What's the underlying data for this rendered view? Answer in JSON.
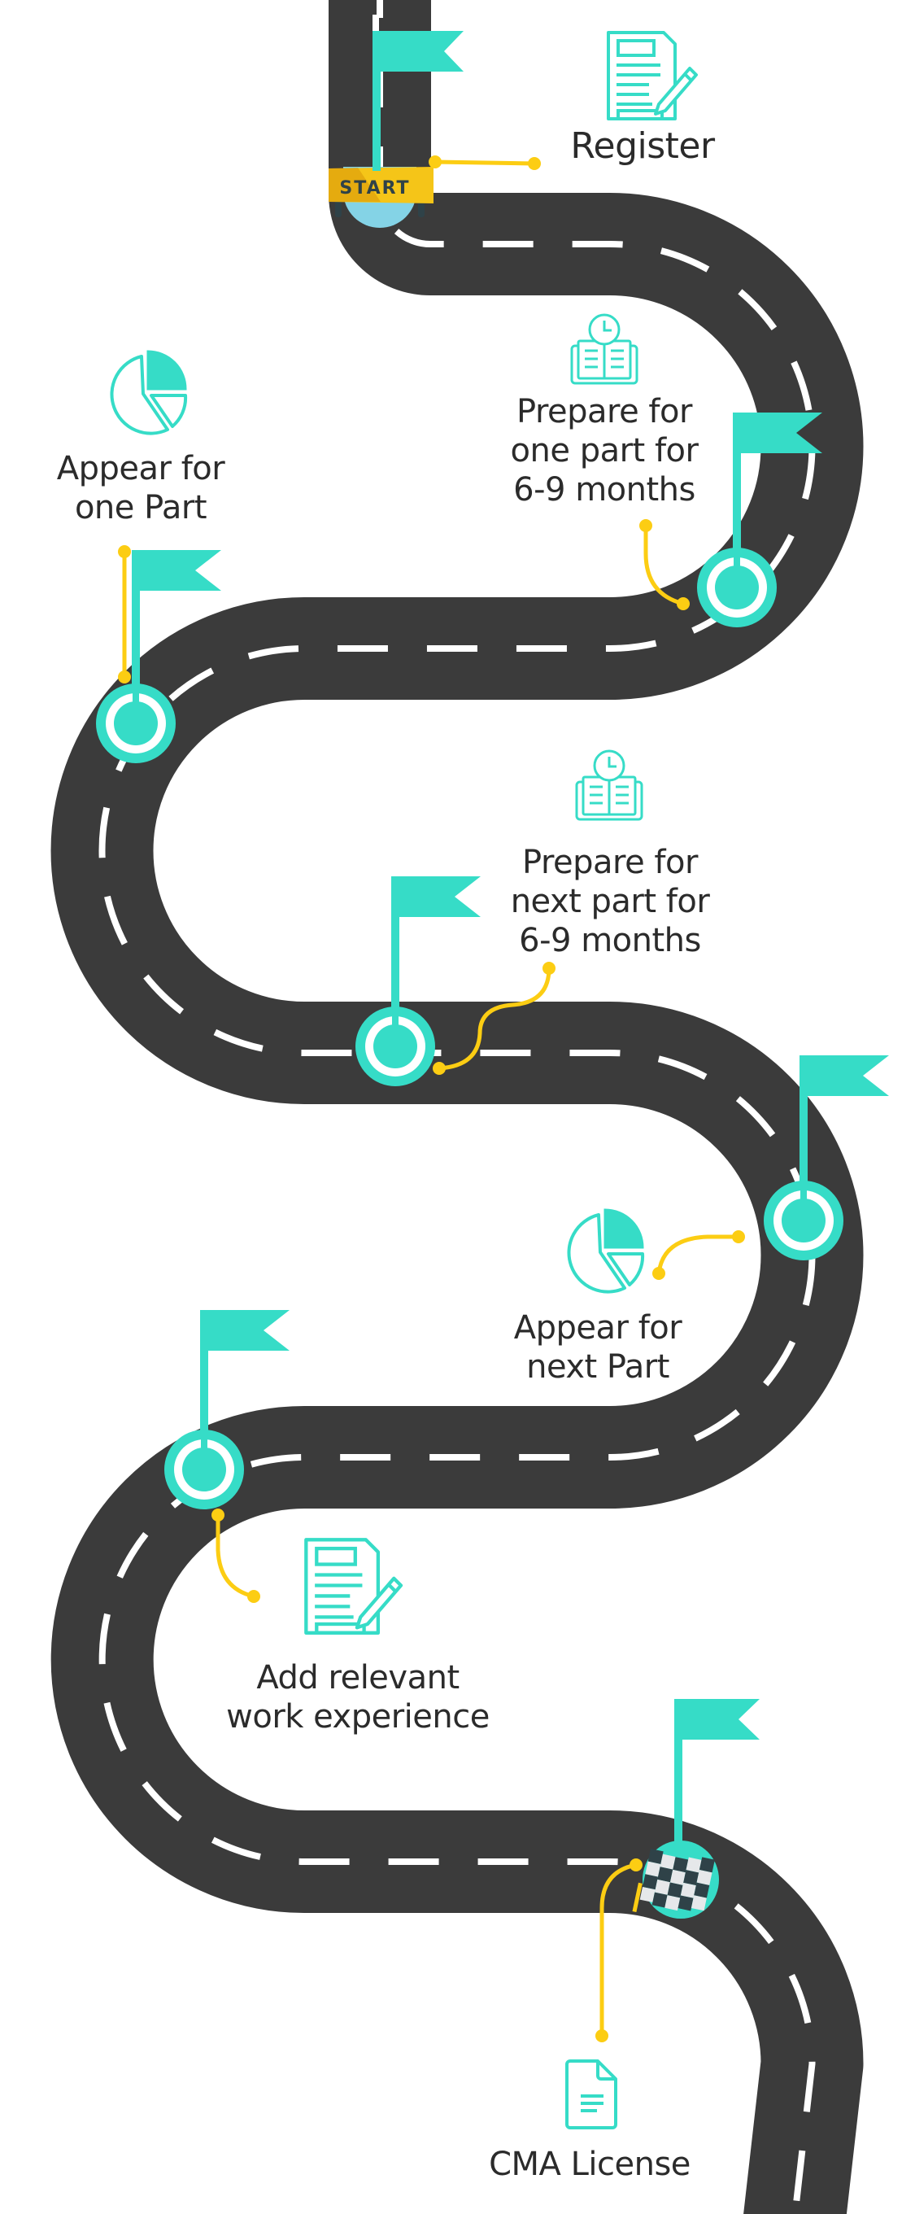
{
  "title": "CMA journey roadmap",
  "colors": {
    "road": "#3b3b3b",
    "lane_marking": "#ffffff",
    "accent_teal": "#36dcc7",
    "connector_yellow": "#fccd13",
    "text": "#2b2b2b",
    "banner_yellow": "#f5c518",
    "car_blue": "#84d3e6",
    "checker_dark": "#2f4248",
    "checker_light": "#e6e8ea"
  },
  "start_badge": {
    "label": "START",
    "icon": "car-icon"
  },
  "steps": [
    {
      "id": "register",
      "lines": [
        "Register"
      ],
      "icon": "document-pen-icon"
    },
    {
      "id": "prepare-one",
      "lines": [
        "Prepare for",
        "one part for",
        "6-9 months"
      ],
      "icon": "book-clock-icon"
    },
    {
      "id": "appear-one",
      "lines": [
        "Appear for",
        "one Part"
      ],
      "icon": "pie-chart-icon"
    },
    {
      "id": "prepare-next",
      "lines": [
        "Prepare for",
        "next part for",
        "6-9 months"
      ],
      "icon": "book-clock-icon"
    },
    {
      "id": "appear-next",
      "lines": [
        "Appear for",
        "next Part"
      ],
      "icon": "pie-chart-icon"
    },
    {
      "id": "work-experience",
      "lines": [
        "Add relevant",
        "work experience"
      ],
      "icon": "document-pen-icon"
    },
    {
      "id": "cma-license",
      "lines": [
        "CMA License"
      ],
      "icon": "document-icon"
    }
  ],
  "finish": {
    "icon": "checkered-flag-icon"
  }
}
